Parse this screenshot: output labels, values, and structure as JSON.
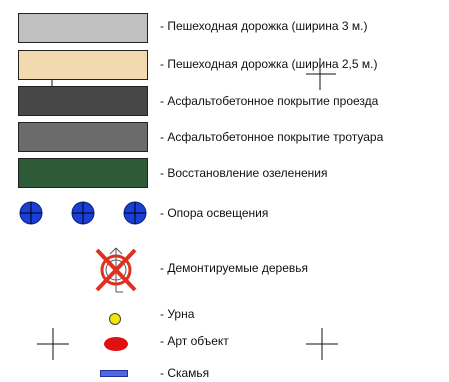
{
  "legend": {
    "items": [
      {
        "label": "- Пешеходная дорожка  (ширина 3 м.)",
        "symbol": "swatch",
        "color": "#c0c0c0"
      },
      {
        "label": "- Пешеходная дорожка  (ширина 2,5 м.)",
        "symbol": "swatch",
        "color": "#f3d9af"
      },
      {
        "label": "- Асфальтобетонное покрытие проезда",
        "symbol": "swatch",
        "color": "#474747"
      },
      {
        "label": "- Асфальтобетонное покрытие тротуара",
        "symbol": "swatch",
        "color": "#6b6b6b"
      },
      {
        "label": "- Восстановление озеленения",
        "symbol": "swatch",
        "color": "#2f5a37"
      },
      {
        "label": "- Опора освещения",
        "symbol": "lamp-post",
        "color": "#1a3fd6"
      },
      {
        "label": "- Демонтируемые деревья",
        "symbol": "removed-tree",
        "color": "#e03020"
      },
      {
        "label": "- Урна",
        "symbol": "bin",
        "color": "#f5e600"
      },
      {
        "label": "- Арт объект",
        "symbol": "art-object",
        "color": "#e01010"
      },
      {
        "label": "- Скамья",
        "symbol": "bench",
        "color": "#5566e0"
      }
    ]
  }
}
